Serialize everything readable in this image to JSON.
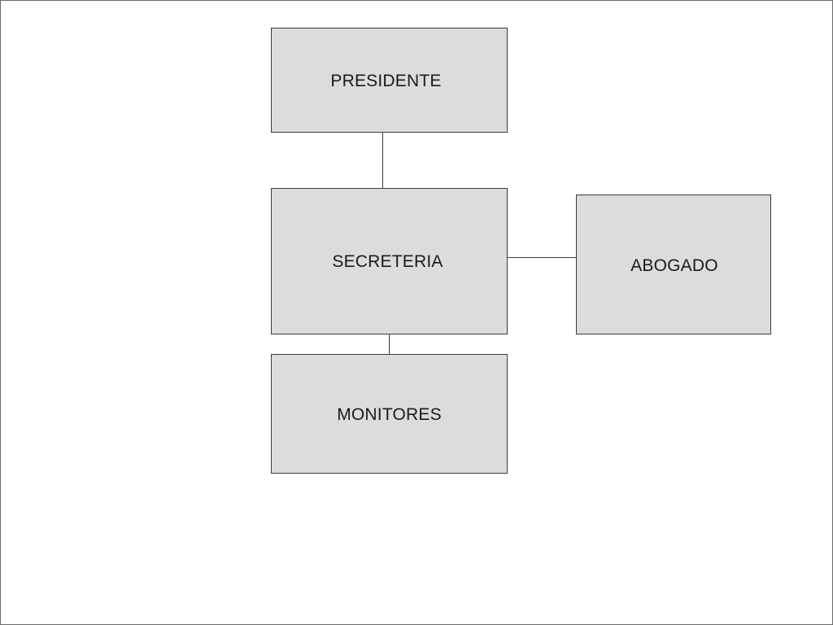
{
  "org_chart": {
    "nodes": [
      {
        "id": "presidente",
        "label": "PRESIDENTE"
      },
      {
        "id": "secreteria",
        "label": "SECRETERIA"
      },
      {
        "id": "abogado",
        "label": "ABOGADO"
      },
      {
        "id": "monitores",
        "label": "MONITORES"
      }
    ],
    "edges": [
      {
        "from": "presidente",
        "to": "secreteria"
      },
      {
        "from": "secreteria",
        "to": "abogado"
      },
      {
        "from": "secreteria",
        "to": "monitores"
      }
    ],
    "colors": {
      "box_fill": "#dcdcdc",
      "box_border": "#3c3c3c",
      "text": "#1a1a1a"
    }
  }
}
